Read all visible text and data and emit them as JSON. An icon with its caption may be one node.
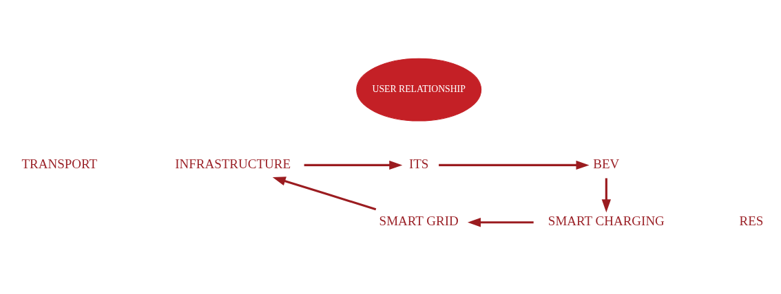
{
  "diagram": {
    "nodes": [
      {
        "text": [
          "ITS"
        ]
      },
      {
        "text": [
          "BEV"
        ]
      },
      {
        "text": [
          "USER RELATIONSHIP"
        ]
      },
      {
        "text": [
          "SMART CHARGING"
        ]
      },
      {
        "text": [
          "INFRASTRUCTURE"
        ]
      },
      {
        "text": [
          "SMART GRID"
        ]
      }
    ],
    "edges": [
      {
        "from": 0,
        "to": 1,
        "arrow": "to"
      },
      {
        "from": 1,
        "to": 3,
        "arrow": "to"
      },
      {
        "from": 3,
        "to": 5,
        "arrow": "to"
      },
      {
        "from": 5,
        "to": 4,
        "arrow": "to"
      },
      {
        "from": 4,
        "to": 0,
        "arrow": "to"
      }
    ],
    "labels": [
      "TRANSPORT",
      "RES"
    ]
  }
}
